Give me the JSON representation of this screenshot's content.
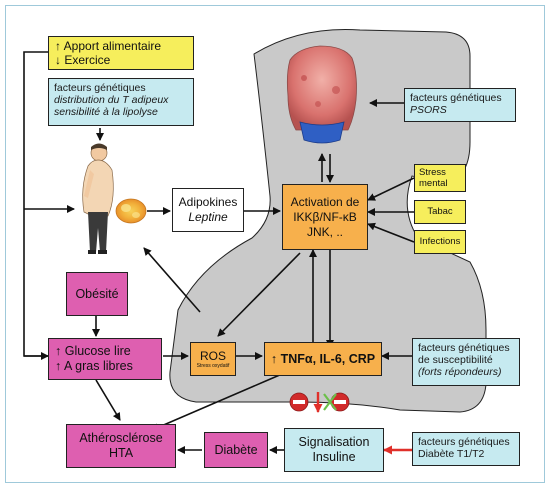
{
  "colors": {
    "yellow": "#f6ee5c",
    "cyan": "#c6eaf0",
    "pink": "#de5fb0",
    "orange": "#f7b04c",
    "gray_region": "#c9c9c9",
    "arrow": "#111111",
    "red_arrow": "#e0302a",
    "inhibit_circle": "#d12a2a",
    "frame_border": "#9fc9da"
  },
  "nodes": {
    "intake": {
      "line1": "↑ Apport alimentaire",
      "line2": "↓ Exercice"
    },
    "genetic_fat": {
      "title": "facteurs génétiques",
      "line1": "distribution du T adipeux",
      "line2": "sensibilité à la lipolyse"
    },
    "genetic_psors": {
      "title": "facteurs génétiques",
      "line1": "PSORS"
    },
    "stress": {
      "line1": "Stress",
      "line2": "mental"
    },
    "tabac": {
      "label": "Tabac"
    },
    "infections": {
      "label": "Infections"
    },
    "adipokines": {
      "line1": "Adipokines",
      "line2": "Leptine"
    },
    "activation": {
      "line1": "Activation de",
      "line2": "IKKβ/NF-κB",
      "line3": "JNK, .."
    },
    "obesity": {
      "label": "Obésité"
    },
    "glucose": {
      "line1": "↑ Glucose lire",
      "line2": "↑ A gras libres"
    },
    "ros": {
      "label": "ROS",
      "sub": "Stress oxydatif"
    },
    "tnf": {
      "label": "↑ TNFα, IL-6, CRP"
    },
    "genetic_susceptibility": {
      "title": "facteurs génétiques",
      "line1": "de susceptibilité",
      "line2": "(forts répondeurs)"
    },
    "athero": {
      "line1": "Athérosclérose",
      "line2": "HTA"
    },
    "diabetes": {
      "label": "Diabète"
    },
    "signaling": {
      "line1": "Signalisation",
      "line2": "Insuline"
    },
    "genetic_diabetes": {
      "title": "facteurs génétiques",
      "line1": "Diabète T1/T2"
    }
  },
  "icons": {
    "person": "obese-person-illustration",
    "fat_cell": "adipocyte-illustration",
    "torso": "psoriasis-torso-illustration",
    "inhibition": "inhibition-symbols"
  }
}
